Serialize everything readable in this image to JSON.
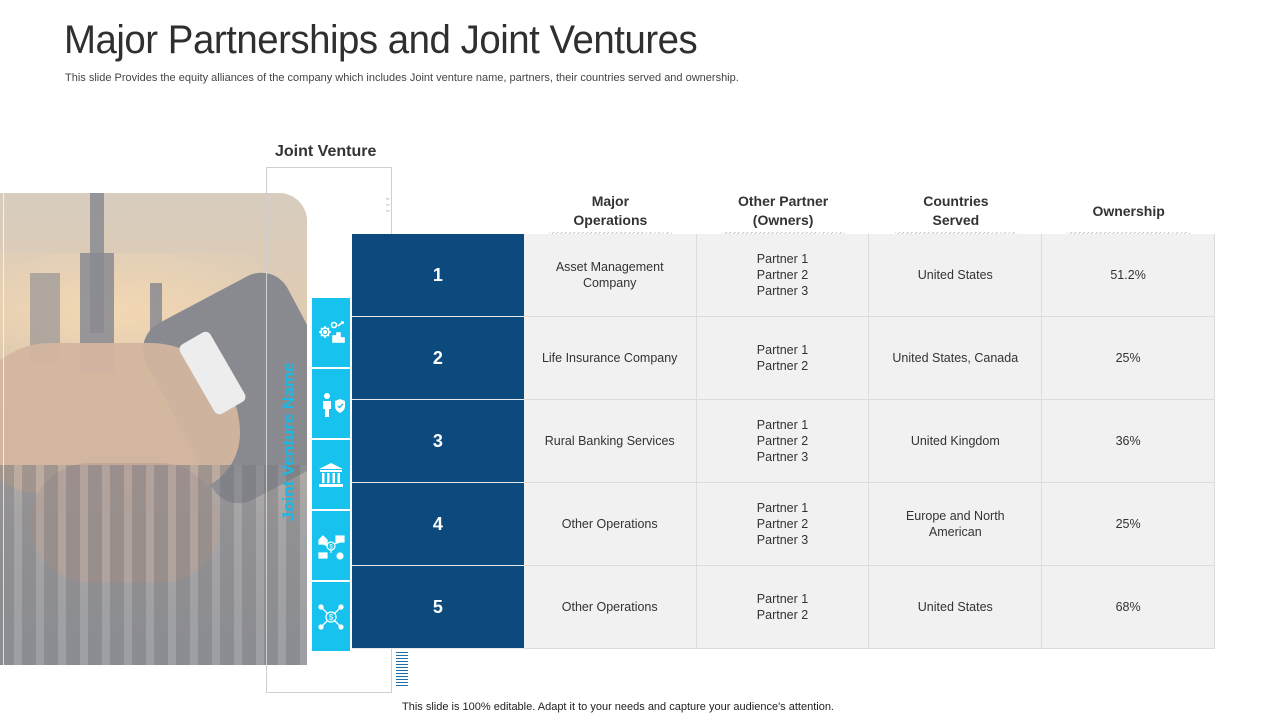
{
  "title": "Major Partnerships and Joint Ventures",
  "subtitle": "This slide Provides the equity alliances of the company which includes Joint venture name, partners, their countries served and ownership.",
  "joint_venture_label": "Joint Venture",
  "vertical_label": "Joint Venture Name",
  "footer": "This slide is 100% editable. Adapt it to your needs and capture your audience's attention.",
  "headers": {
    "operations": "Major\nOperations",
    "partners": "Other Partner\n(Owners)",
    "countries": "Countries\nServed",
    "ownership": "Ownership"
  },
  "icons": [
    "gears-chart-icon",
    "person-shield-icon",
    "bank-icon",
    "network-dollar-icon",
    "dollar-network-icon"
  ],
  "accent_colors": {
    "navy": "#0c4a7e",
    "cyan": "#17c3ee"
  },
  "rows": [
    {
      "num": "1",
      "operations": "Asset Management\nCompany",
      "partners": "Partner 1\nPartner 2\nPartner 3",
      "countries": "United States",
      "ownership": "51.2%"
    },
    {
      "num": "2",
      "operations": "Life Insurance Company",
      "partners": "Partner 1\nPartner 2",
      "countries": "United States, Canada",
      "ownership": "25%"
    },
    {
      "num": "3",
      "operations": "Rural Banking Services",
      "partners": "Partner 1\nPartner 2\nPartner 3",
      "countries": "United Kingdom",
      "ownership": "36%"
    },
    {
      "num": "4",
      "operations": "Other Operations",
      "partners": "Partner 1\nPartner 2\nPartner 3",
      "countries": "Europe and North\nAmerican",
      "ownership": "25%"
    },
    {
      "num": "5",
      "operations": "Other Operations",
      "partners": "Partner 1\nPartner 2",
      "countries": "United States",
      "ownership": "68%"
    }
  ]
}
